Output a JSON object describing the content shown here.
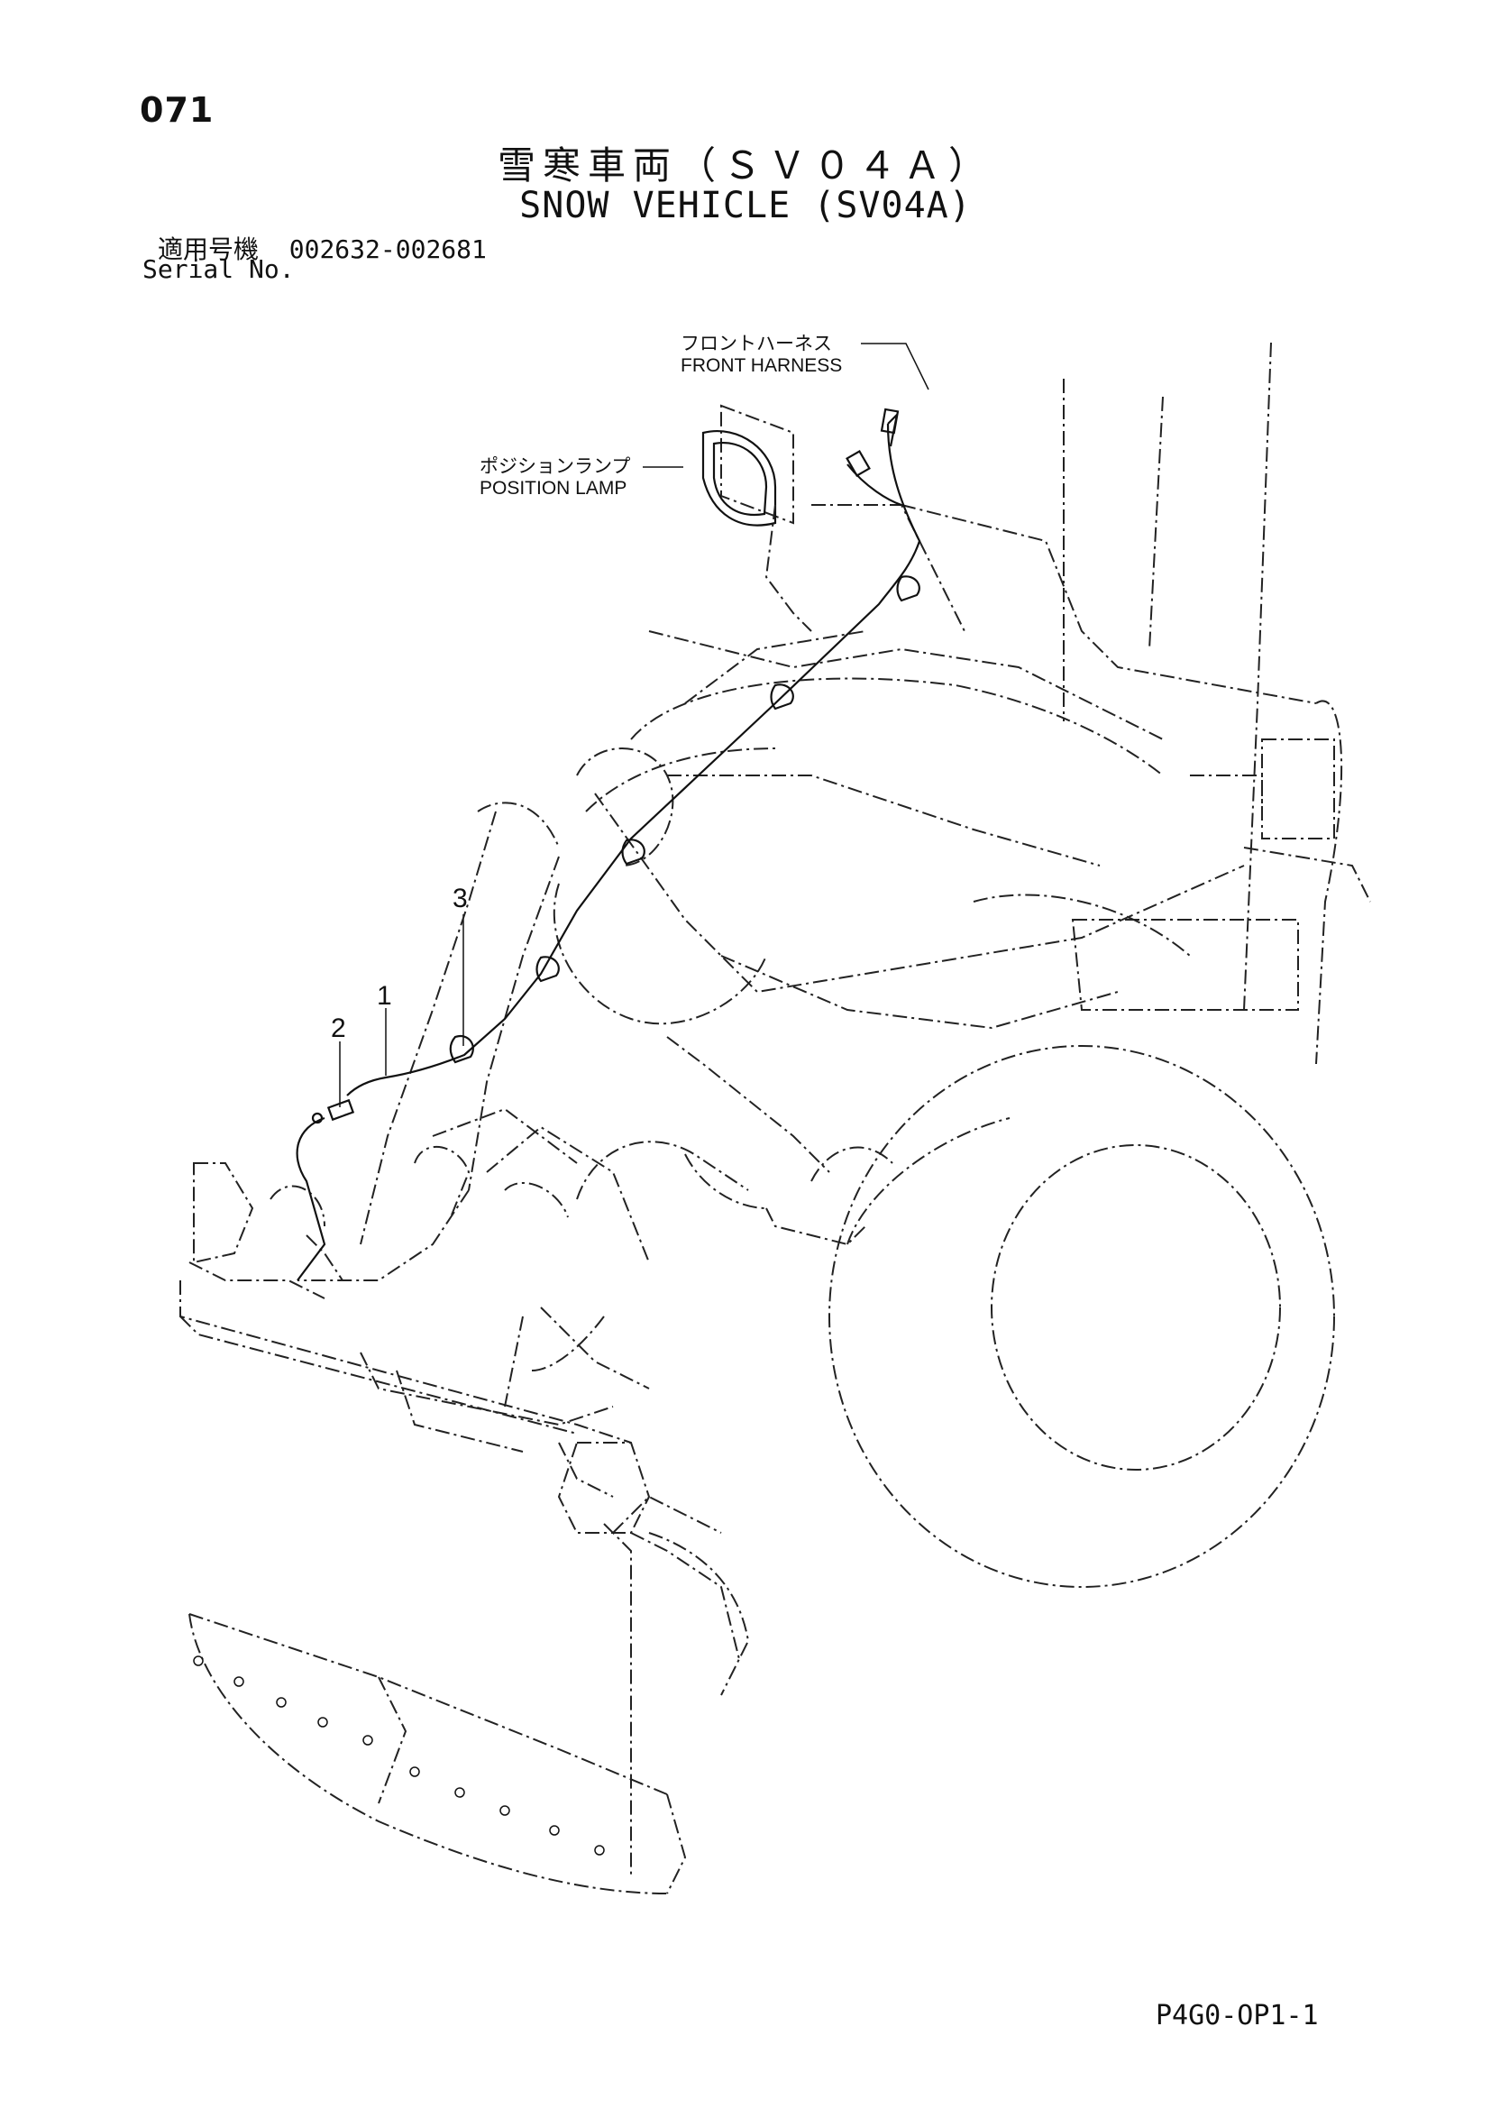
{
  "header": {
    "page_number": "071",
    "title_jp": "雪寒車両（ＳＶ０４Ａ）",
    "title_en": "SNOW VEHICLE (SV04A)",
    "serial_label_jp": "適用号機",
    "serial_range": "002632-002681",
    "serial_label_en": "Serial No."
  },
  "callouts": {
    "front_harness_jp": "フロントハーネス",
    "front_harness_en": "FRONT HARNESS",
    "position_lamp_jp": "ポジションランプ",
    "position_lamp_en": "POSITION LAMP"
  },
  "item_numbers": [
    "1",
    "2",
    "3"
  ],
  "footer": {
    "doc_code": "P4G0-OP1-1"
  }
}
